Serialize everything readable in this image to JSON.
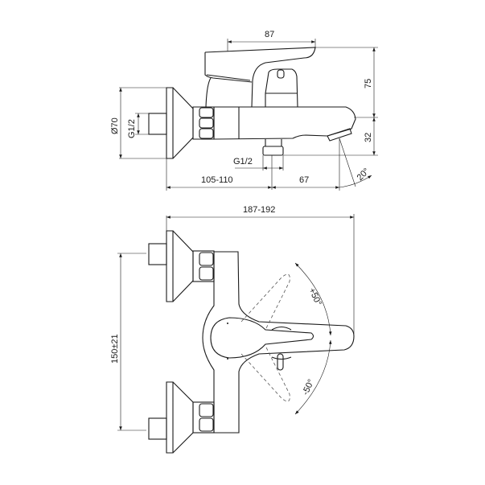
{
  "side_view": {
    "dim_handle_reach": "87",
    "dim_flange_diameter": "Ø70",
    "dim_inlet_thread": "G1/2",
    "dim_outlet_thread": "G1/2",
    "dim_height_upper": "75",
    "dim_height_lower": "32",
    "dim_wall_to_outlet": "105-110",
    "dim_outlet_to_spout": "67",
    "dim_spout_angle": "20°"
  },
  "top_view": {
    "dim_overall_depth": "187-192",
    "dim_centers": "150±21",
    "dim_rotation_plus": "+50°",
    "dim_rotation_minus": "-50°"
  }
}
